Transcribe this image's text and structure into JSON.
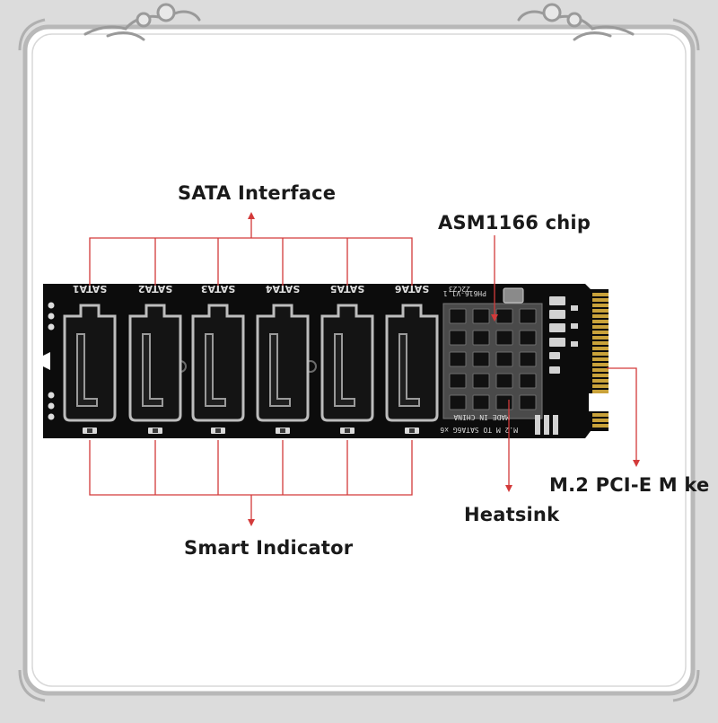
{
  "callouts": {
    "sata_interface": "SATA Interface",
    "chip": "ASM1166 chip",
    "m2_key": "M.2 PCI-E M ke",
    "heatsink": "Heatsink",
    "smart_indicator": "Smart Indicator"
  },
  "board": {
    "port_labels": [
      "SATA1",
      "SATA2",
      "SATA3",
      "SATA4",
      "SATA5",
      "SATA6"
    ],
    "model_text": "PH616-V1.1",
    "date_code": "22C23",
    "product_text": "M.2 M TO SATA6G x6",
    "origin_text": "MADE IN CHINA"
  },
  "colors": {
    "pcb": "#0c0c0c",
    "gold_fingers": "#c9a23a",
    "leader_lines": "#d33a3a",
    "frame_border": "#b8b8b8",
    "panel": "#ffffff",
    "background": "#dcdcdc"
  }
}
